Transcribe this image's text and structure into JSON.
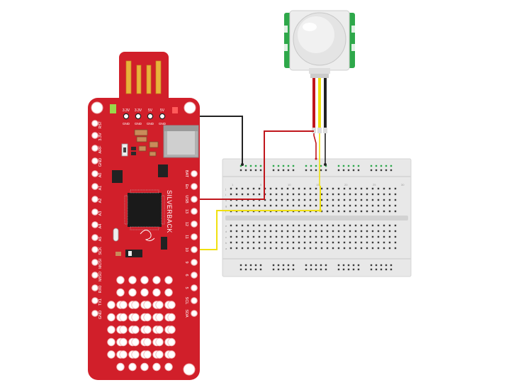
{
  "board": {
    "name": "SILVERBACK",
    "top_header": {
      "top_row": [
        "3.3V",
        "3.3V",
        "5V",
        "5V"
      ],
      "bottom_row": [
        "GND",
        "GND",
        "GND",
        "GND"
      ]
    },
    "left_pins": [
      "RST",
      "3.3V",
      "ARF",
      "GND",
      "A0",
      "A1",
      "A2",
      "A3",
      "A4",
      "A5",
      "SCK",
      "MOSI",
      "MISO",
      "RX0",
      "TX1",
      "GND"
    ],
    "right_pins": [
      "BAT",
      "En",
      "USB",
      "13",
      "12",
      "11",
      "10",
      "9",
      "6",
      "5",
      "SCL",
      "SDA"
    ]
  },
  "breadboard": {
    "row_letters": [
      "a",
      "b",
      "c",
      "d",
      "e",
      "f",
      "g",
      "h",
      "i",
      "j"
    ],
    "column_numbers": [
      "1",
      "5",
      "10",
      "15",
      "20",
      "25",
      "30"
    ]
  },
  "wires": [
    {
      "name": "ground-wire",
      "color": "#222222"
    },
    {
      "name": "power-wire",
      "color": "#c0161c"
    },
    {
      "name": "signal-wire",
      "color": "#f0e010"
    }
  ],
  "colors": {
    "board_red": "#d11f2a",
    "board_dark": "#b01720",
    "sensor_green": "#2ea84a",
    "breadboard": "#e6e6e6"
  }
}
